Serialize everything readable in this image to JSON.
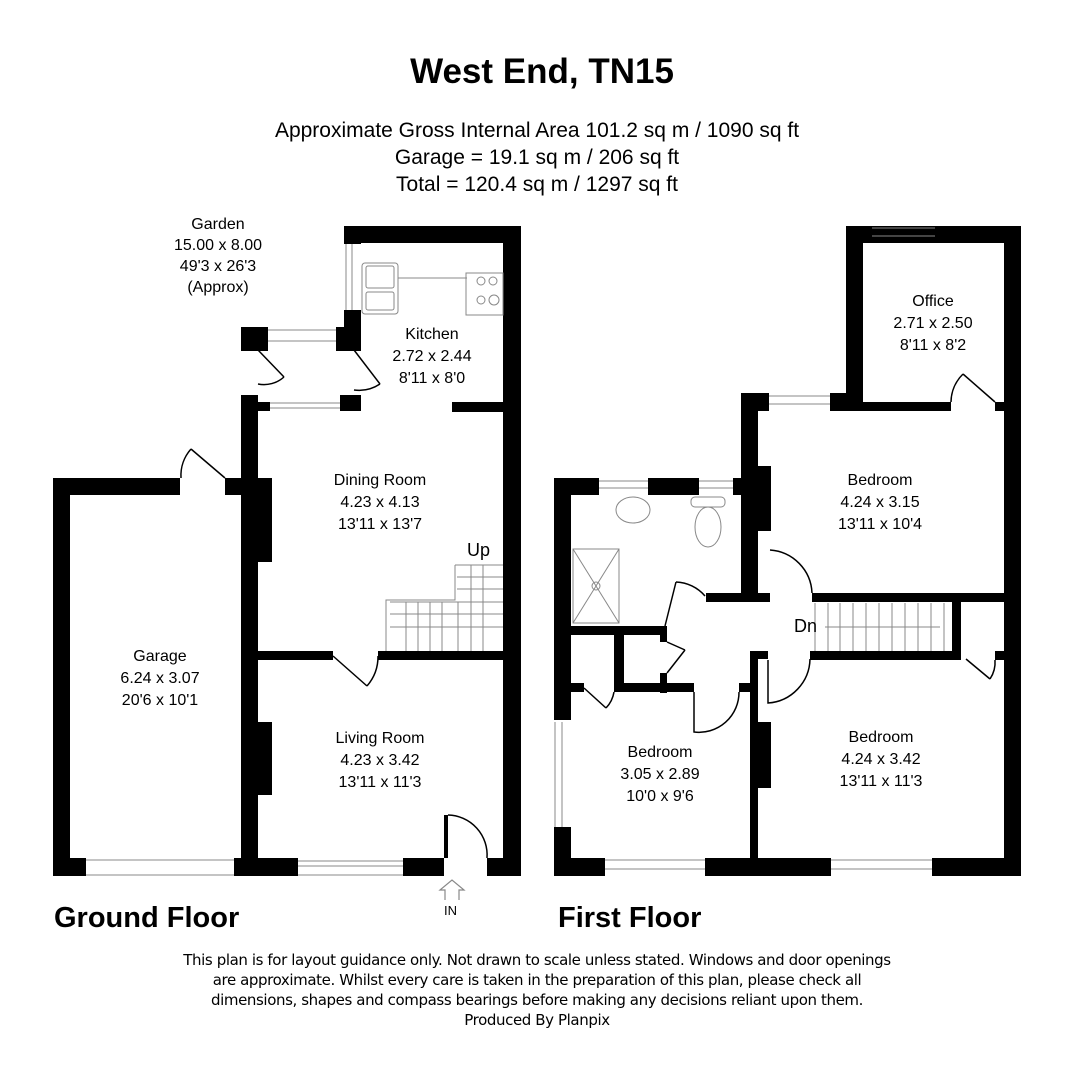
{
  "header": {
    "title": "West End, TN15",
    "area_lines": [
      "Approximate Gross Internal Area 101.2 sq m / 1090 sq ft",
      "Garage = 19.1 sq m / 206 sq ft",
      "Total = 120.4 sq m / 1297 sq ft"
    ]
  },
  "garden": {
    "name": "Garden",
    "metric": "15.00 x 8.00",
    "imperial": "49'3 x 26'3",
    "note": "(Approx)"
  },
  "ground_floor": {
    "label": "Ground Floor",
    "rooms": [
      {
        "name": "Kitchen",
        "metric": "2.72 x 2.44",
        "imperial": "8'11 x 8'0"
      },
      {
        "name": "Dining Room",
        "metric": "4.23 x 4.13",
        "imperial": "13'11 x 13'7"
      },
      {
        "name": "Garage",
        "metric": "6.24 x 3.07",
        "imperial": "20'6 x 10'1"
      },
      {
        "name": "Living Room",
        "metric": "4.23 x 3.42",
        "imperial": "13'11 x 11'3"
      }
    ],
    "stairs_label": "Up",
    "entrance_label": "IN"
  },
  "first_floor": {
    "label": "First Floor",
    "rooms": [
      {
        "name": "Office",
        "metric": "2.71 x 2.50",
        "imperial": "8'11 x 8'2"
      },
      {
        "name": "Bedroom",
        "metric": "4.24 x 3.15",
        "imperial": "13'11 x 10'4"
      },
      {
        "name": "Bedroom",
        "metric": "3.05 x 2.89",
        "imperial": "10'0 x 9'6"
      },
      {
        "name": "Bedroom",
        "metric": "4.24 x 3.42",
        "imperial": "13'11 x 11'3"
      }
    ],
    "stairs_label": "Dn"
  },
  "footer": {
    "lines": [
      "This plan is for layout guidance only. Not drawn to scale unless stated. Windows and door openings",
      "are approximate. Whilst every care is taken in the preparation of this plan, please check all",
      "dimensions, shapes and compass bearings before making any decisions reliant upon them.",
      "Produced By Planpix"
    ]
  },
  "colors": {
    "wall": "#000000",
    "background": "#ffffff",
    "fixture_line": "#777777"
  }
}
